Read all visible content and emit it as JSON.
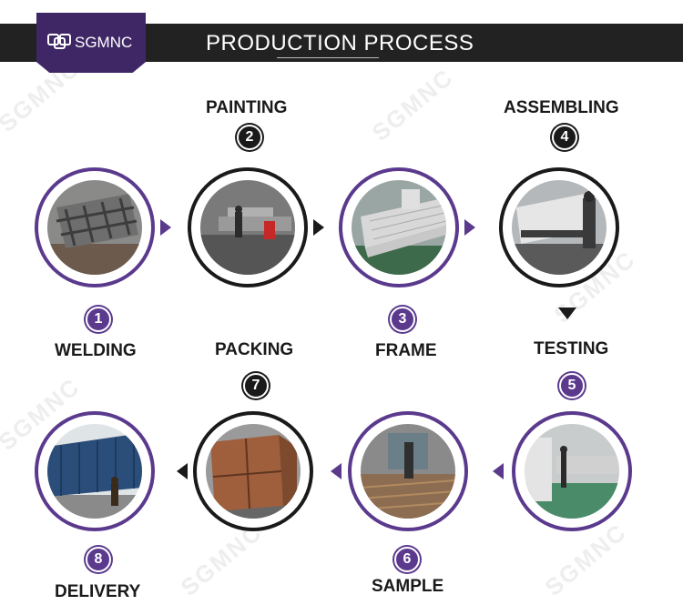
{
  "brand": {
    "logo_text": "SGMNC",
    "watermark": "SGMNC"
  },
  "header": {
    "title": "PRODUCTION PROCESS"
  },
  "steps": [
    {
      "number": "1",
      "label": "WELDING"
    },
    {
      "number": "2",
      "label": "PAINTING"
    },
    {
      "number": "3",
      "label": "FRAME"
    },
    {
      "number": "4",
      "label": "ASSEMBLING"
    },
    {
      "number": "5",
      "label": "TESTING"
    },
    {
      "number": "6",
      "label": "SAMPLE"
    },
    {
      "number": "7",
      "label": "PACKING"
    },
    {
      "number": "8",
      "label": "DELIVERY"
    }
  ],
  "colors": {
    "purple": "#5b3a8e",
    "black": "#1a1a1a",
    "header": "#222222"
  }
}
